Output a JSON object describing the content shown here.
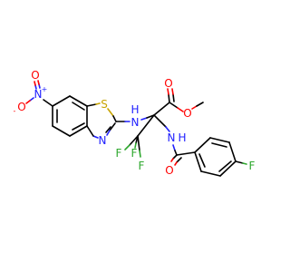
{
  "colors": {
    "carbon": "#000000",
    "nitrogen": "#2020ff",
    "oxygen": "#ff0000",
    "sulfur": "#c8a400",
    "fluorine": "#2ea82e"
  },
  "atoms": {
    "nitro_n": "N",
    "nitro_n_charge": "+",
    "nitro_o_top": "O",
    "nitro_o_left": "O",
    "nitro_o_charge": "-",
    "thiazole_s": "S",
    "thiazole_n": "N",
    "amine_nh": "N",
    "amine_h": "H",
    "ester_o_carbonyl": "O",
    "ester_o": "O",
    "amide_nh": "N",
    "amide_h": "H",
    "amide_o": "O",
    "f_top": "F",
    "f_left": "F",
    "f_bottom": "F",
    "aryl_f": "F"
  }
}
